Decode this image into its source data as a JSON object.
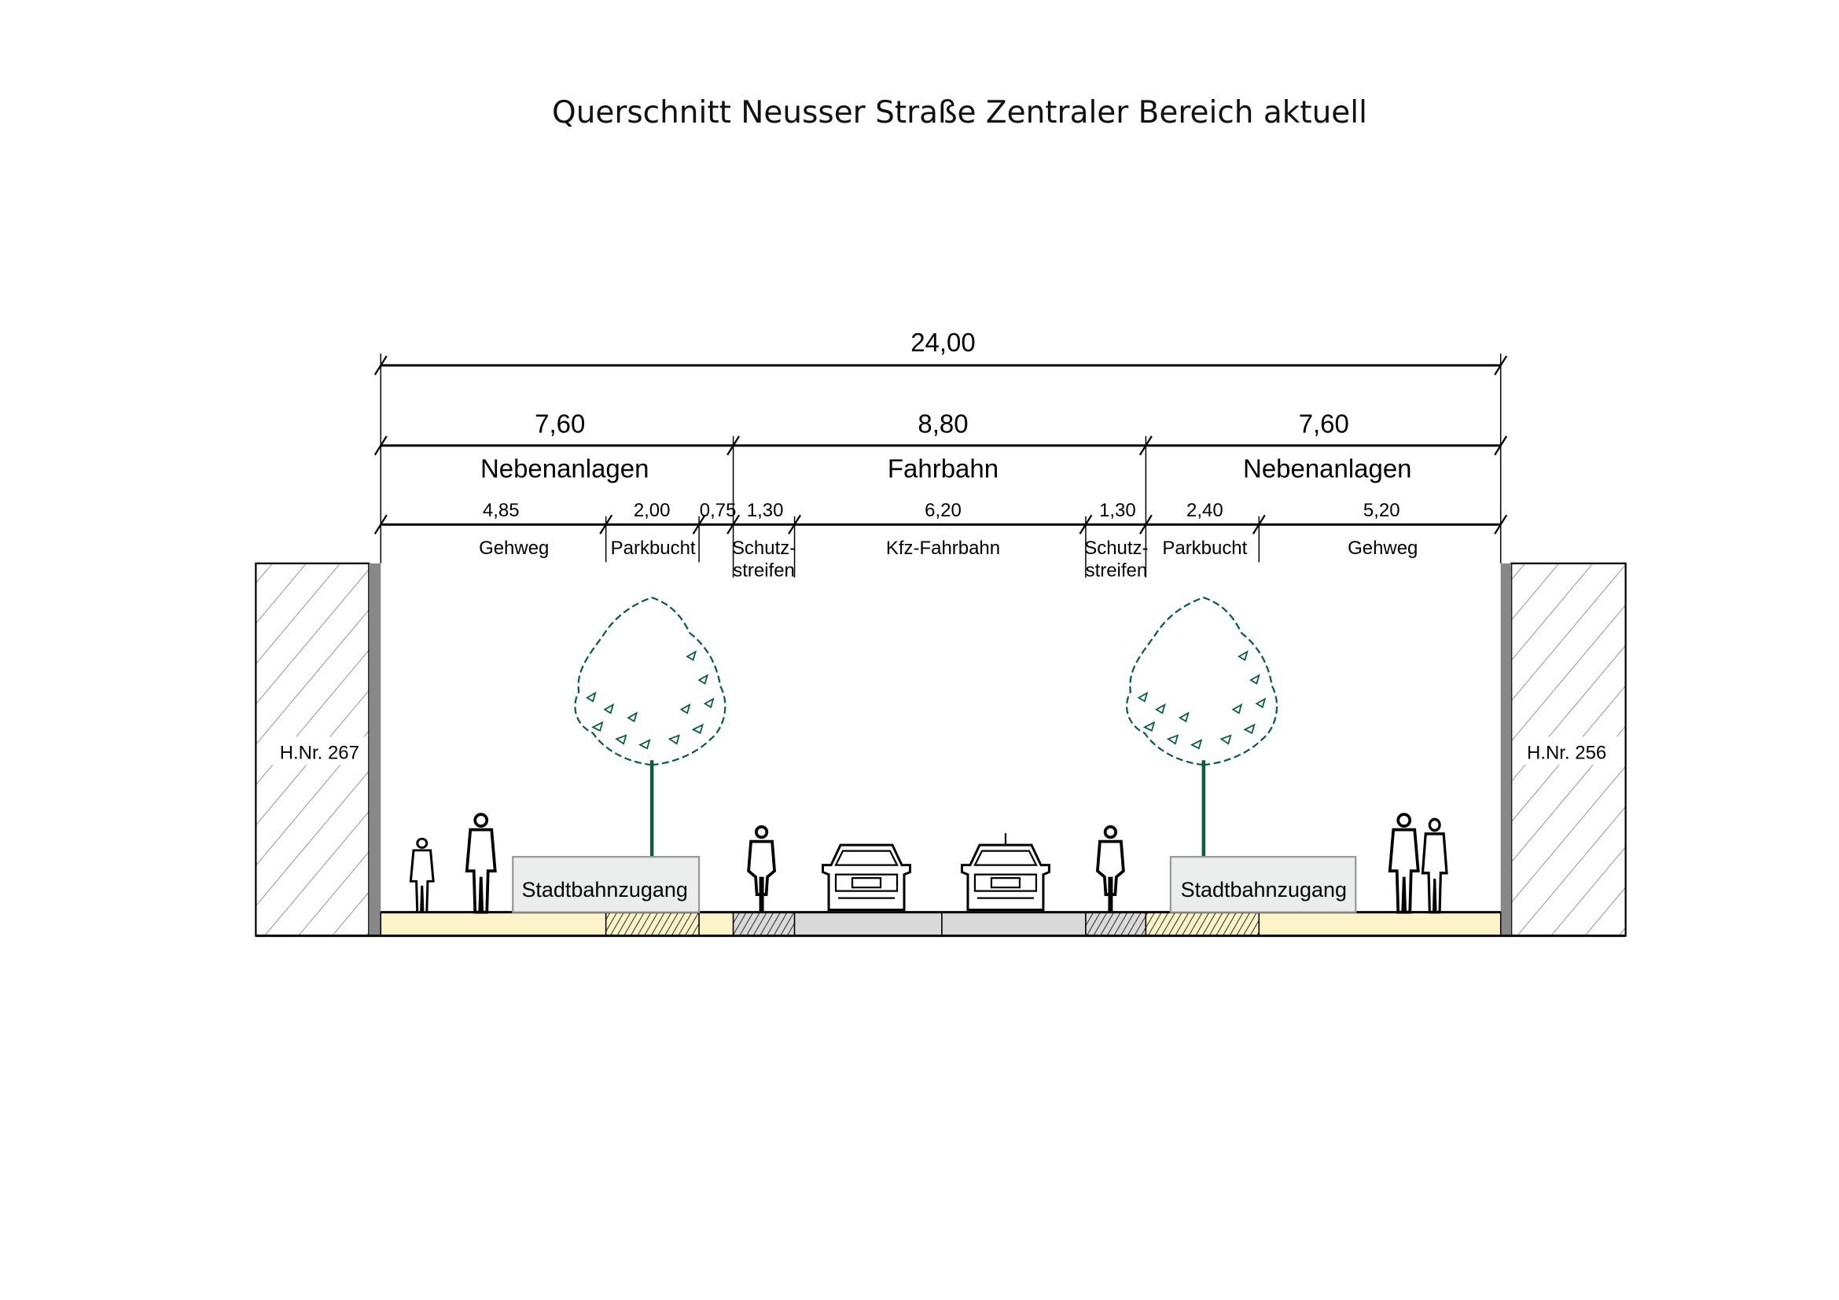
{
  "title": "Querschnitt Neusser Straße Zentraler Bereich aktuell",
  "total": {
    "value": "24,00"
  },
  "sections": [
    {
      "value": "7,60",
      "name": "Nebenanlagen"
    },
    {
      "value": "8,80",
      "name": "Fahrbahn"
    },
    {
      "value": "7,60",
      "name": "Nebenanlagen"
    }
  ],
  "subsections": [
    {
      "value": "4,85",
      "name": "Gehweg"
    },
    {
      "value": "2,00",
      "name": "Parkbucht"
    },
    {
      "value": "0,75",
      "name": ""
    },
    {
      "value": "1,30",
      "name": "Schutz-",
      "name2": "streifen"
    },
    {
      "value": "6,20",
      "name": "Kfz-Fahrbahn"
    },
    {
      "value": "1,30",
      "name": "Schutz-",
      "name2": "streifen"
    },
    {
      "value": "2,40",
      "name": "Parkbucht"
    },
    {
      "value": "5,20",
      "name": "Gehweg"
    }
  ],
  "buildings": {
    "left": "H.Nr. 267",
    "right": "H.Nr. 256"
  },
  "stations": [
    "Stadtbahnzugang",
    "Stadtbahnzugang"
  ],
  "colors": {
    "sidewalk": "#fdf3c8",
    "road": "#d9d9d9",
    "tree": "#0b5e3a",
    "wall": "#888888",
    "station_box": "#ebecec"
  }
}
